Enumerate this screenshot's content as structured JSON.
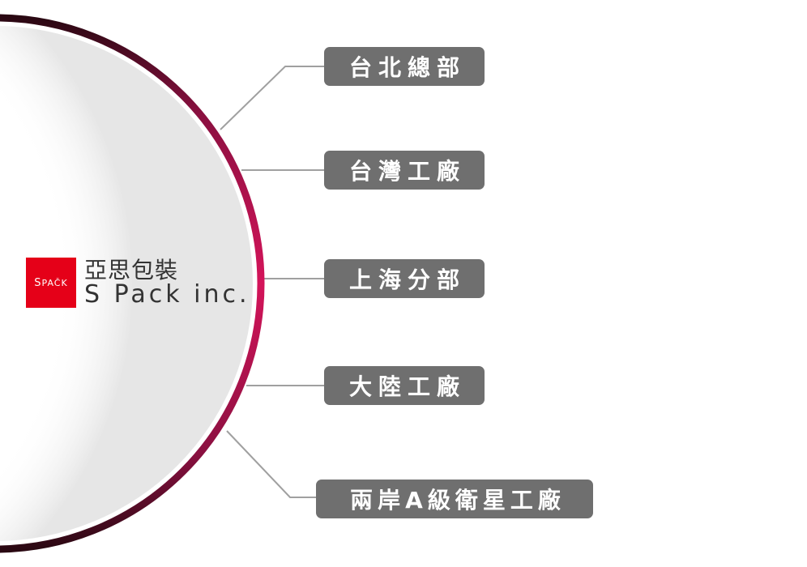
{
  "logo": {
    "mark_big": "S",
    "mark_rest": "PAČK",
    "company_zh": "亞思包裝",
    "company_en": "S Pack inc."
  },
  "nodes": [
    {
      "label": "台北總部"
    },
    {
      "label": "台灣工廠"
    },
    {
      "label": "上海分部"
    },
    {
      "label": "大陸工廠"
    },
    {
      "label": "兩岸A級衛星工廠"
    }
  ],
  "colors": {
    "ring_dark": "#3a0a1c",
    "ring_bright": "#d4145a",
    "node_bg": "#6f6f6f",
    "connector": "#a0a0a0",
    "logo_red": "#e50018"
  }
}
